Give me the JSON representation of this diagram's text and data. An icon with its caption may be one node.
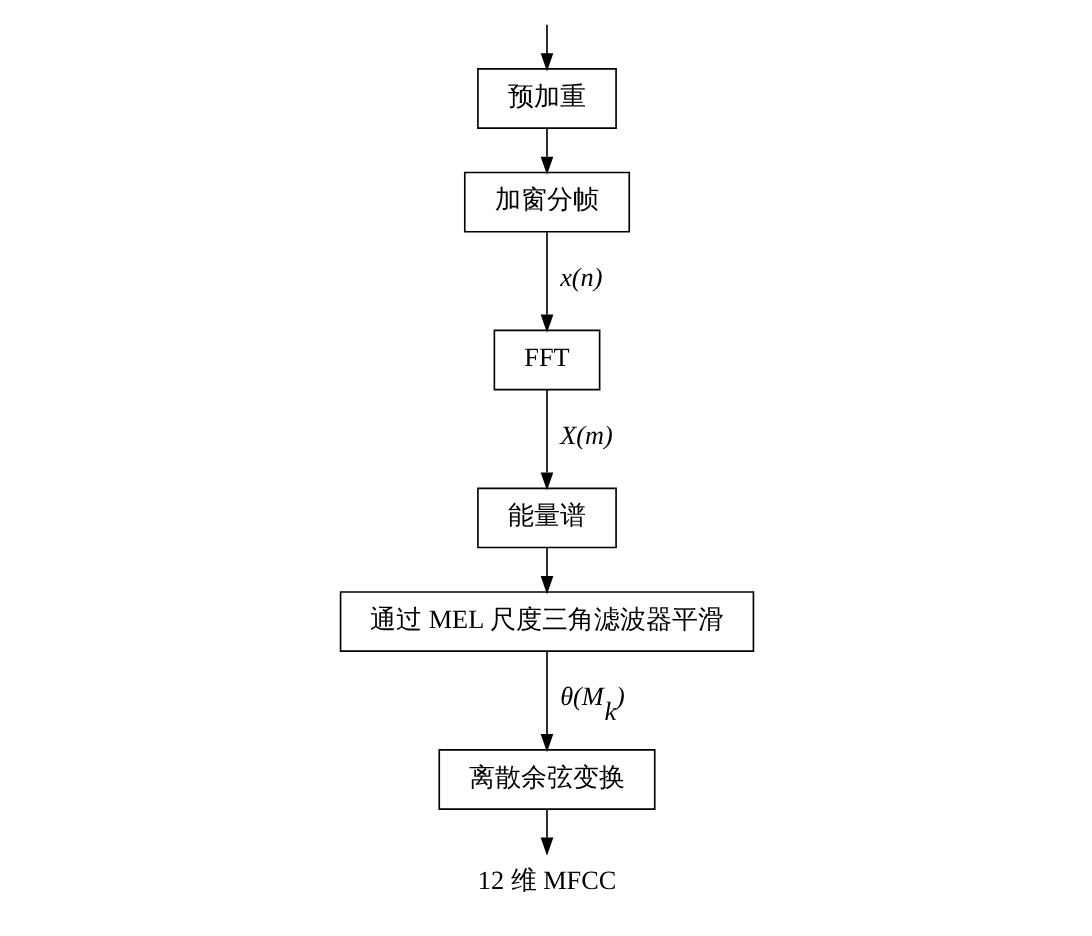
{
  "diagram": {
    "nodes": [
      {
        "text": [
          "预加重"
        ]
      },
      {
        "text": [
          "加窗分帧"
        ]
      },
      {
        "text": [
          "FFT"
        ]
      },
      {
        "text": [
          "能量谱"
        ]
      },
      {
        "text": [
          "通过 MEL 尺度三角滤波器平滑"
        ]
      },
      {
        "text": [
          "离散余弦变换"
        ]
      },
      {
        "text": [
          "12 维 MFCC"
        ]
      }
    ],
    "edges": [
      {
        "from": null,
        "to": 0,
        "arrow": "to"
      },
      {
        "from": 0,
        "to": 1,
        "arrow": "to"
      },
      {
        "from": 1,
        "to": 2,
        "arrow": "to",
        "label": "x(n)"
      },
      {
        "from": 2,
        "to": 3,
        "arrow": "to",
        "label": "X(m)"
      },
      {
        "from": 3,
        "to": 4,
        "arrow": "to"
      },
      {
        "from": 4,
        "to": 5,
        "arrow": "to",
        "label": "θ(M$_{k}$)"
      },
      {
        "from": 5,
        "to": 6,
        "arrow": "to"
      }
    ]
  }
}
